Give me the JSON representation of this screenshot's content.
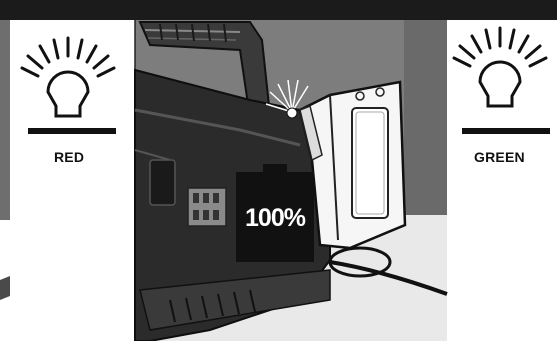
{
  "panels": {
    "left": {
      "label": "RED",
      "icon": "blinking-light-bulb-icon"
    },
    "right": {
      "label": "GREEN",
      "icon": "blinking-light-bulb-icon"
    }
  },
  "illustration": {
    "icon": "battery-full-icon",
    "charge_text": "100%"
  },
  "colors": {
    "bar": "#1b1b1b",
    "ink": "#111111",
    "charger_body": "#2b2b2b",
    "backdrop_gray": "#7a7a7a"
  }
}
